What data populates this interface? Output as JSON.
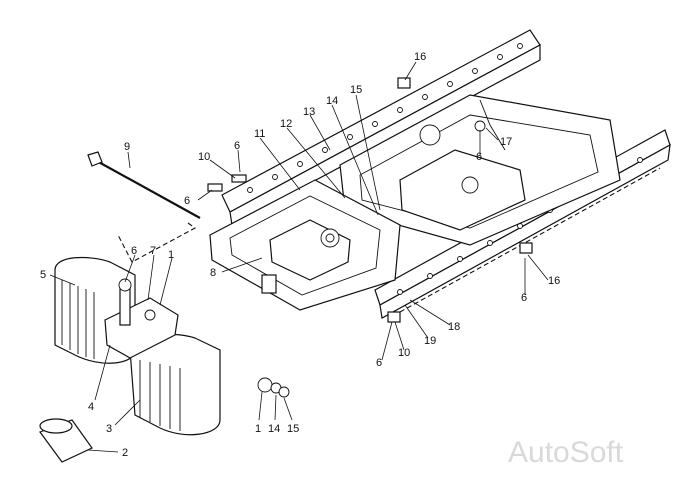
{
  "watermark": "AutoSoft",
  "callouts": [
    "16",
    "6",
    "17",
    "15",
    "14",
    "13",
    "12",
    "11",
    "10",
    "6",
    "9",
    "6",
    "6",
    "7",
    "1",
    "5",
    "8",
    "16",
    "6",
    "18",
    "19",
    "10",
    "6",
    "4",
    "3",
    "1",
    "14",
    "15",
    "2"
  ]
}
